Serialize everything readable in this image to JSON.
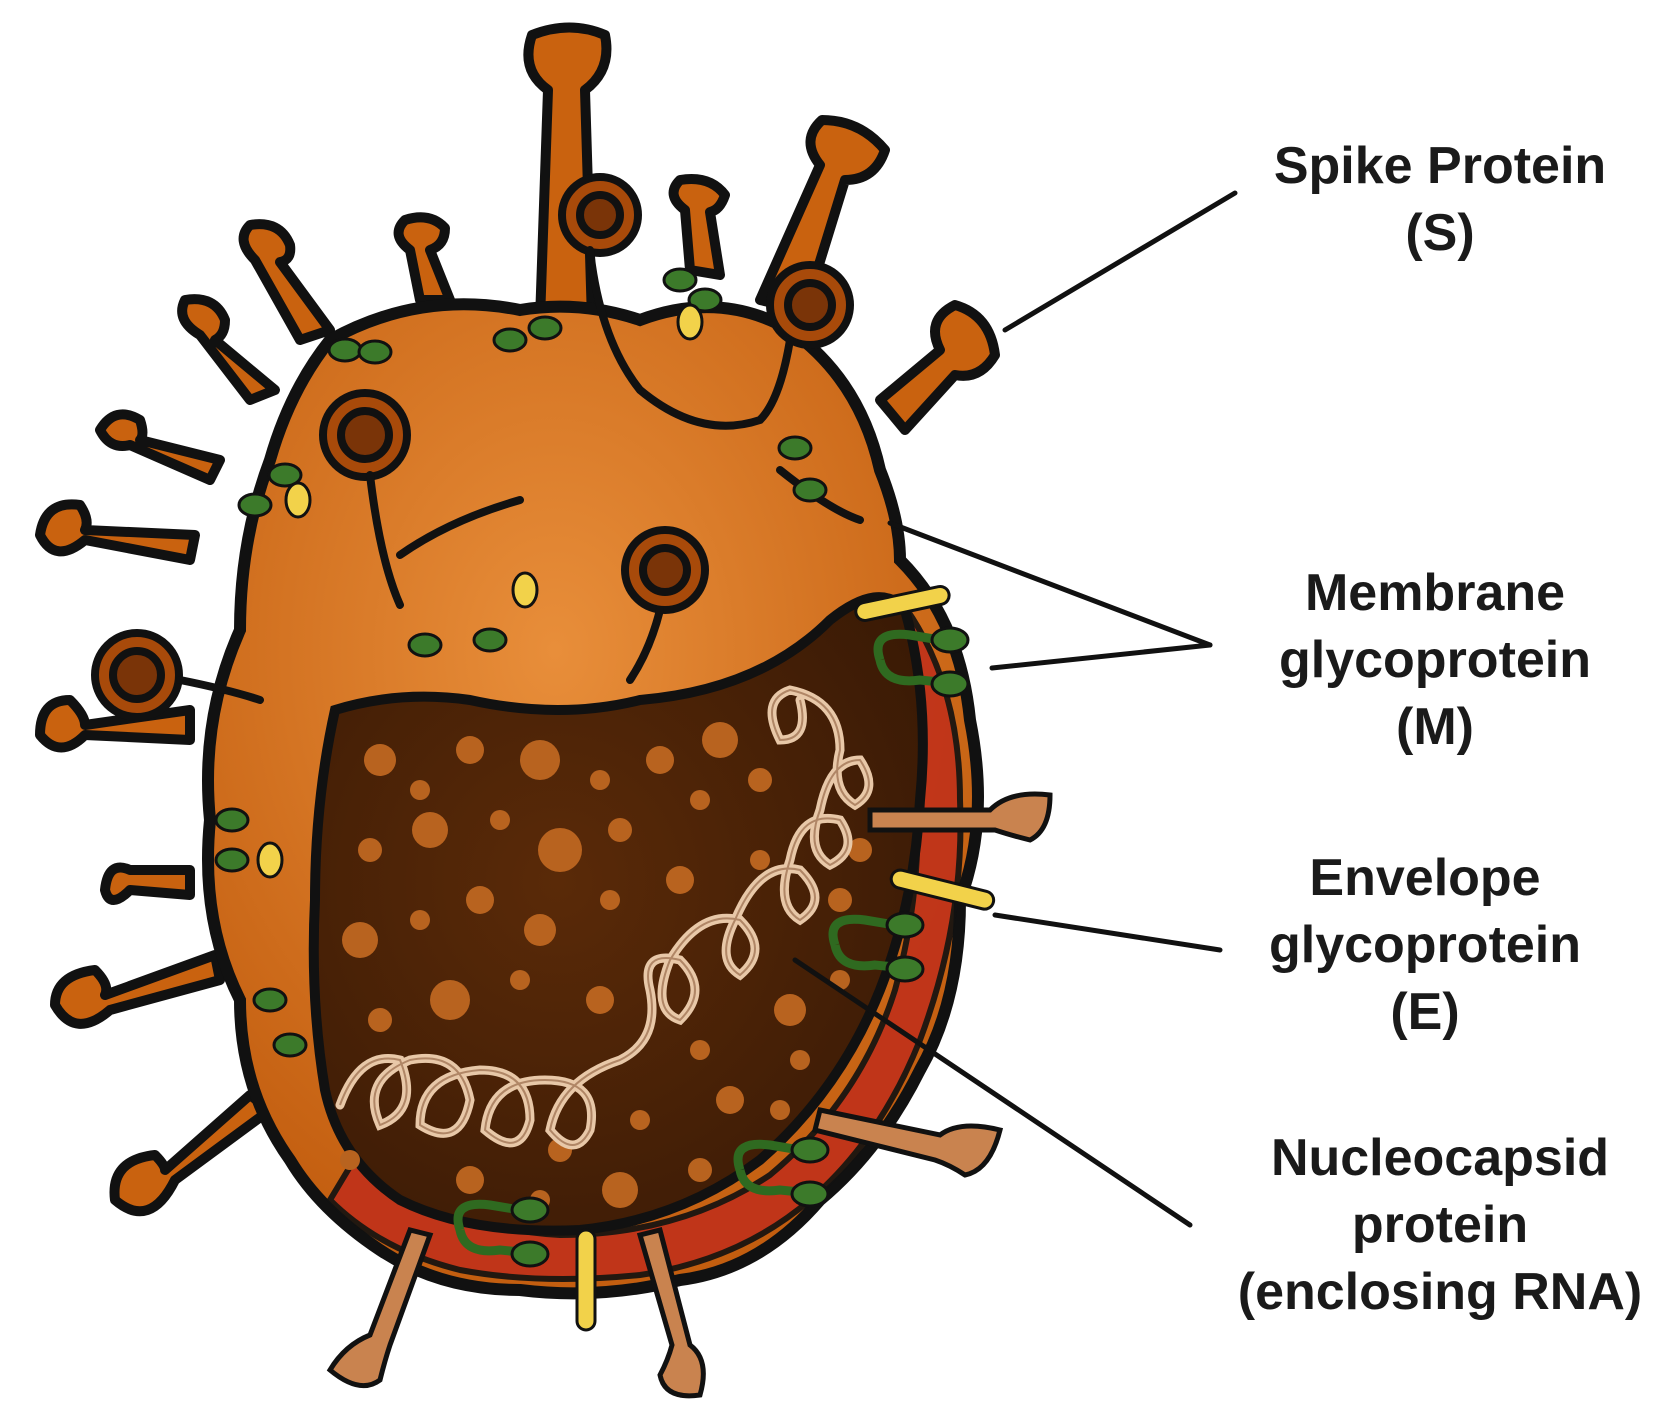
{
  "labels": {
    "spike": {
      "line1": "Spike Protein",
      "line2": "(S)"
    },
    "membrane": {
      "line1": "Membrane",
      "line2": "glycoprotein",
      "line3": "(M)"
    },
    "envelope": {
      "line1": "Envelope",
      "line2": "glycoprotein",
      "line3": "(E)"
    },
    "nucleocapsid": {
      "line1": "Nucleocapsid",
      "line2": "protein",
      "line3": "(enclosing RNA)"
    }
  },
  "colors": {
    "virus_body": "#c9620f",
    "virus_body_light": "#e0812a",
    "interior": "#4a2308",
    "spots": "#b8631f",
    "membrane_red": "#c0311a",
    "m_protein": "#3c7a2a",
    "e_protein": "#f2d24a",
    "rna": "#e8c8a8",
    "outline": "#111111"
  }
}
